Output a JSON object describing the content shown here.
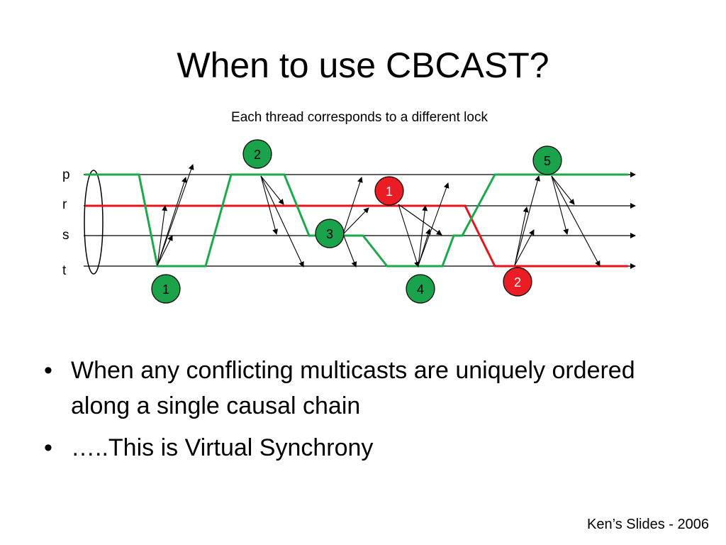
{
  "slide": {
    "title": "When to use CBCAST?",
    "subtitle": "Each thread corresponds to a different lock",
    "bullets": [
      "When any conflicting multicasts are uniquely ordered along a single causal chain",
      "…..This is Virtual Synchrony"
    ],
    "footer": "Ken’s Slides - 2006"
  },
  "diagram": {
    "processes": [
      "p",
      "r",
      "s",
      "t"
    ],
    "events": [
      {
        "label": "1",
        "thread": "green"
      },
      {
        "label": "2",
        "thread": "green"
      },
      {
        "label": "3",
        "thread": "green"
      },
      {
        "label": "4",
        "thread": "green"
      },
      {
        "label": "5",
        "thread": "green"
      },
      {
        "label": "1",
        "thread": "red"
      },
      {
        "label": "2",
        "thread": "red"
      }
    ],
    "colors": {
      "green_thread": "#1aaa4a",
      "green_node": "#1aa34a",
      "red_thread": "#e8141b",
      "red_node": "#ea1c24",
      "timeline": "#000000"
    }
  }
}
